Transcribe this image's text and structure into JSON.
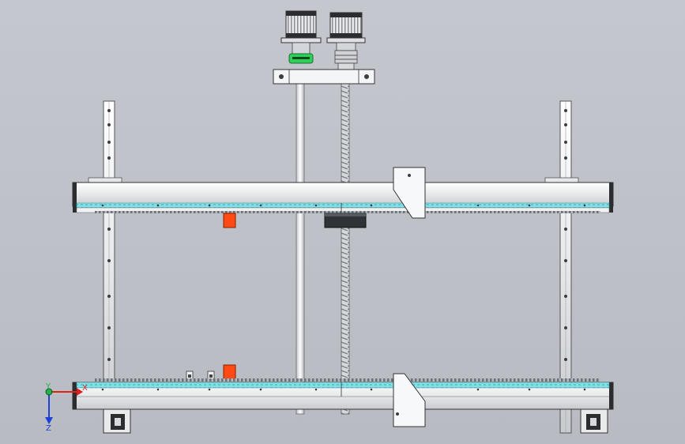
{
  "viewport": {
    "background": "#bfc3c9"
  },
  "colors": {
    "metal_light": "#f2f3f5",
    "metal_mid": "#d9dcdf",
    "metal_dark": "#6a6e74",
    "belt": "#86e0e6",
    "motor": "#2a2c30",
    "coupler_green": "#2fd05a",
    "marker_orange": "#ff4a14",
    "nut": "#2f3236"
  },
  "triad": {
    "x_label": "X",
    "y_label": "Y",
    "z_label": "Z",
    "x_color": "#e0201c",
    "y_color": "#22b14c",
    "z_color": "#1f3fd8"
  },
  "icons": {
    "triad": "axis-triad-icon",
    "motors": "stepper-motor-icon"
  }
}
